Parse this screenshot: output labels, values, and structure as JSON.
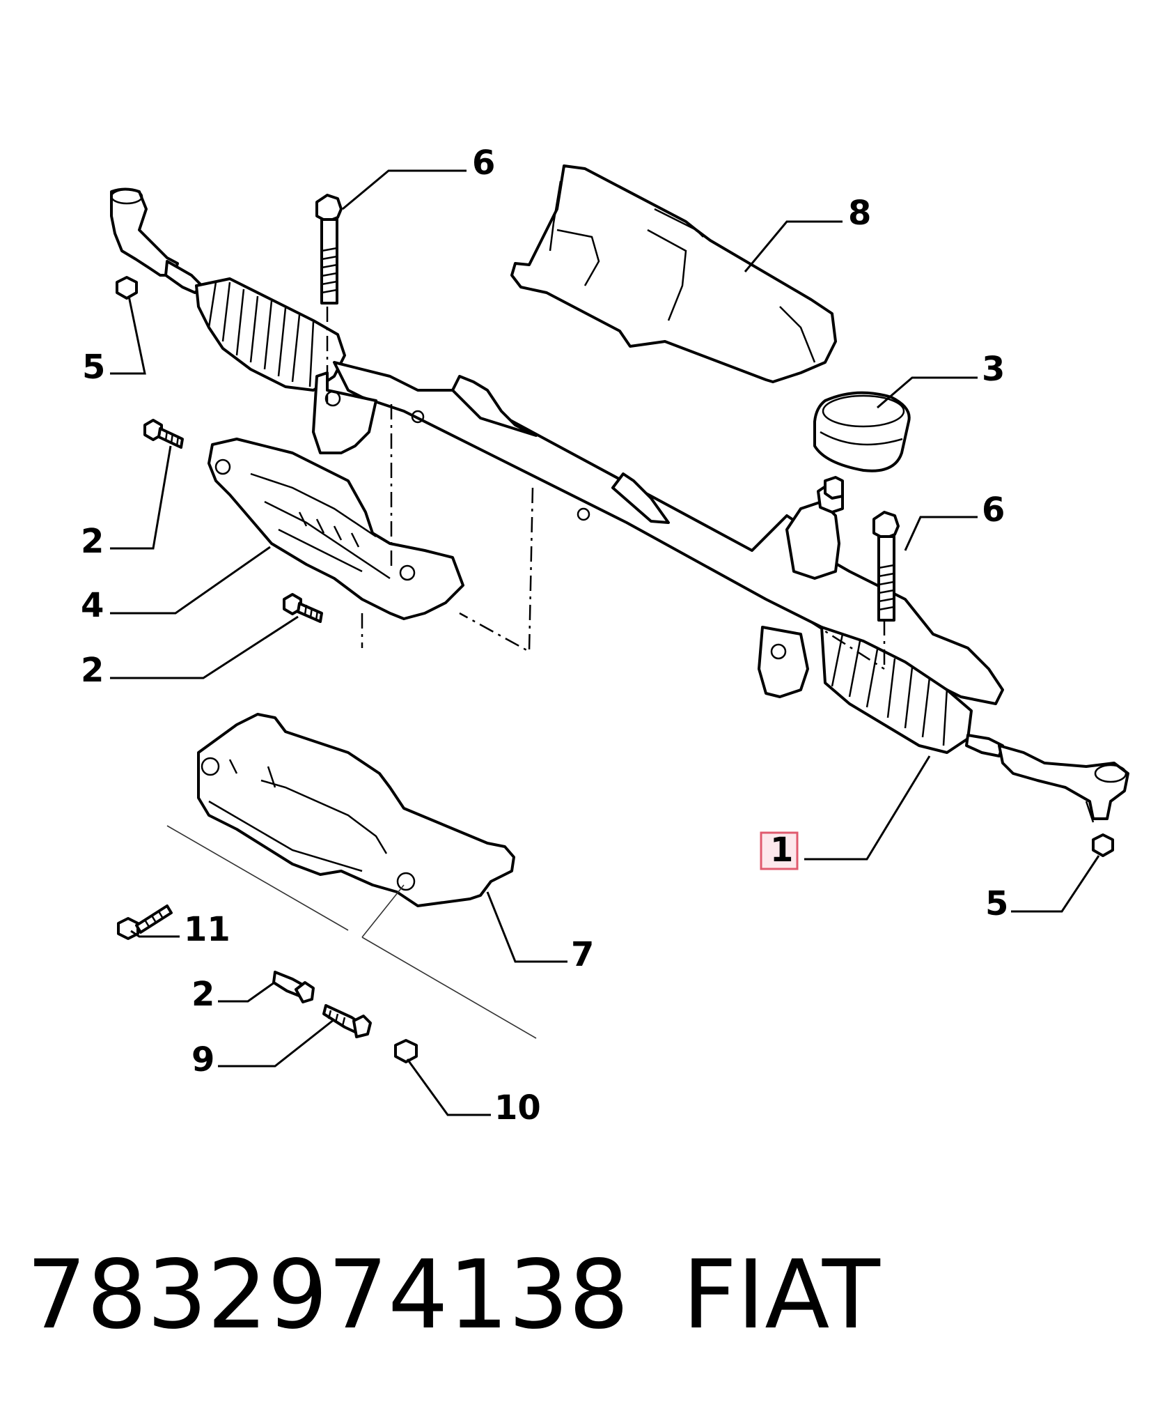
{
  "callouts": {
    "c6_top": "6",
    "c8": "8",
    "c5_left": "5",
    "c3": "3",
    "c6_right": "6",
    "c2_a": "2",
    "c4": "4",
    "c2_b": "2",
    "c1": "1",
    "c5_right": "5",
    "c11": "11",
    "c7": "7",
    "c2_c": "2",
    "c9": "9",
    "c10": "10"
  },
  "caption": {
    "part_number": "7832974138",
    "brand": "FIAT"
  },
  "highlight_color": "#e05a6e"
}
